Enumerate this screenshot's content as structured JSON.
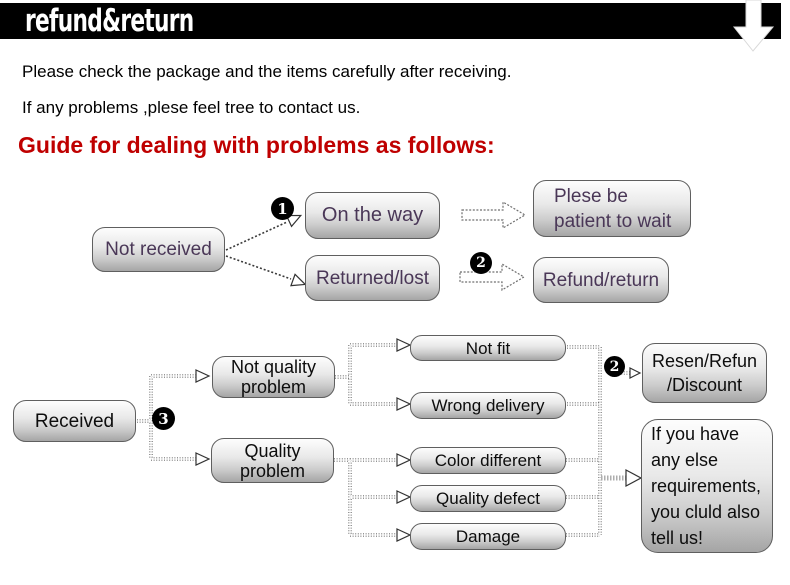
{
  "banner": {
    "title": "refund&return"
  },
  "intro": {
    "line1": "Please check the package and the items carefully after receiving.",
    "line2": "If any problems ,plese feel tree to contact us."
  },
  "heading": "Guide for dealing with problems as follows:",
  "flow_not_received": {
    "source": "Not received",
    "step1": "1",
    "on_the_way": "On the way",
    "returned_lost": "Returned/lost",
    "wait_lines": [
      "Plese be",
      "patient to wait"
    ],
    "step2": "2",
    "refund_return": "Refund/return"
  },
  "flow_received": {
    "source": "Received",
    "step3": "3",
    "not_quality_lines": [
      "Not quality",
      "problem"
    ],
    "quality_lines": [
      "Quality",
      "problem"
    ],
    "not_fit": "Not fit",
    "wrong_delivery": "Wrong delivery",
    "color_different": "Color different",
    "quality_defect": "Quality defect",
    "damage": "Damage",
    "step2": "2",
    "outcome_lines": [
      "Resen/Refun",
      "/Discount"
    ],
    "note_lines": [
      "If you have",
      "any else",
      "requirements,",
      "you cluld also",
      "tell us!"
    ]
  },
  "colors": {
    "banner-bg": "#000000",
    "banner-text": "#ffffff",
    "heading-red": "#bf0000",
    "flow1-text": "#4a3757",
    "flow2-text": "#0d0d0d",
    "box-border": "#5f5f5f",
    "box-top": "#fdfdfd",
    "box-bottom": "#a5a5a5"
  }
}
